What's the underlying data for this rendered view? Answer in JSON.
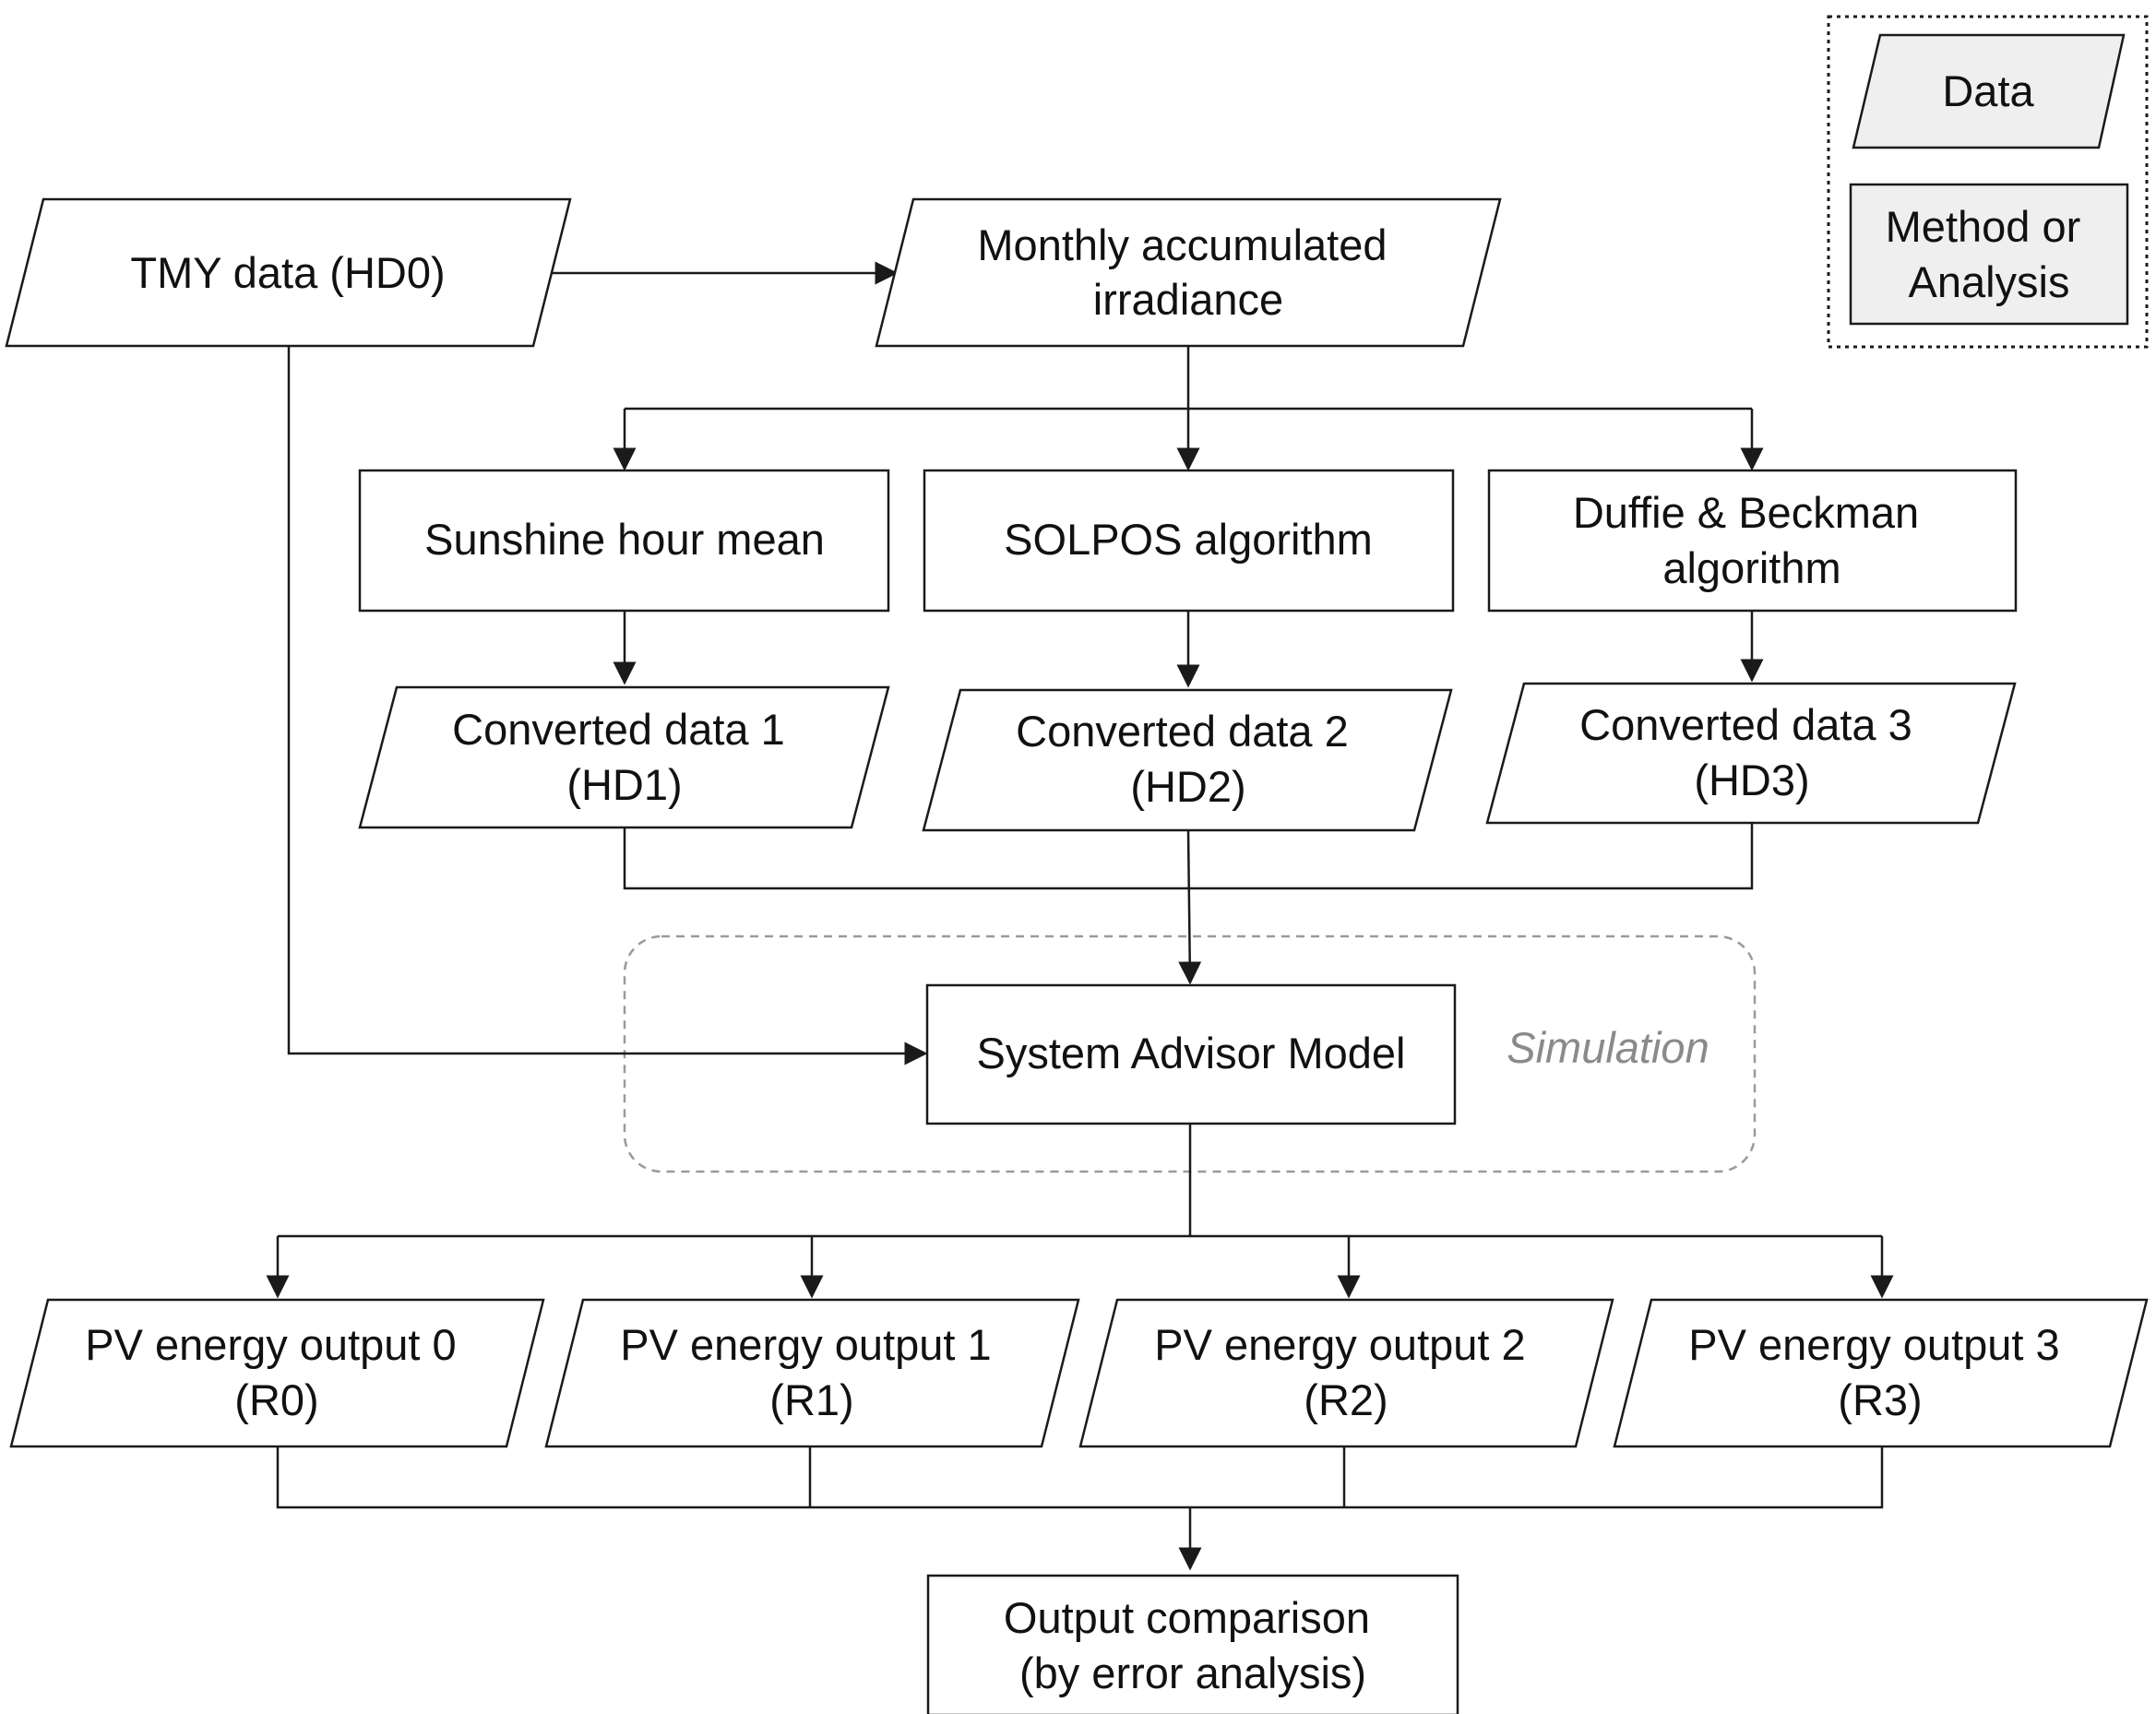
{
  "legend": {
    "data_label": "Data",
    "method_label": [
      "Method or",
      "Analysis"
    ],
    "data_fill": "#efefef",
    "method_fill": "#efefef"
  },
  "nodes": {
    "tmy": [
      "TMY data (HD0)"
    ],
    "monthly": [
      "Monthly accumulated",
      "irradiance"
    ],
    "sunshine": [
      "Sunshine hour mean"
    ],
    "solpos": [
      "SOLPOS algorithm"
    ],
    "duffie": [
      "Duffie & Beckman",
      "algorithm"
    ],
    "conv1": [
      "Converted data 1",
      "(HD1)"
    ],
    "conv2": [
      "Converted data 2",
      "(HD2)"
    ],
    "conv3": [
      "Converted data 3",
      "(HD3)"
    ],
    "sam": [
      "System Advisor Model"
    ],
    "pv0": [
      "PV energy output 0",
      "(R0)"
    ],
    "pv1": [
      "PV energy output 1",
      "(R1)"
    ],
    "pv2": [
      "PV energy output 2",
      "(R2)"
    ],
    "pv3": [
      "PV energy output 3",
      "(R3)"
    ],
    "comparison": [
      "Output comparison",
      "(by error analysis)"
    ]
  },
  "simulation_label": "Simulation",
  "colors": {
    "stroke": "#1a1a1a",
    "simulation_border": "#9a9a9a",
    "simulation_text": "#8a8a8a"
  }
}
